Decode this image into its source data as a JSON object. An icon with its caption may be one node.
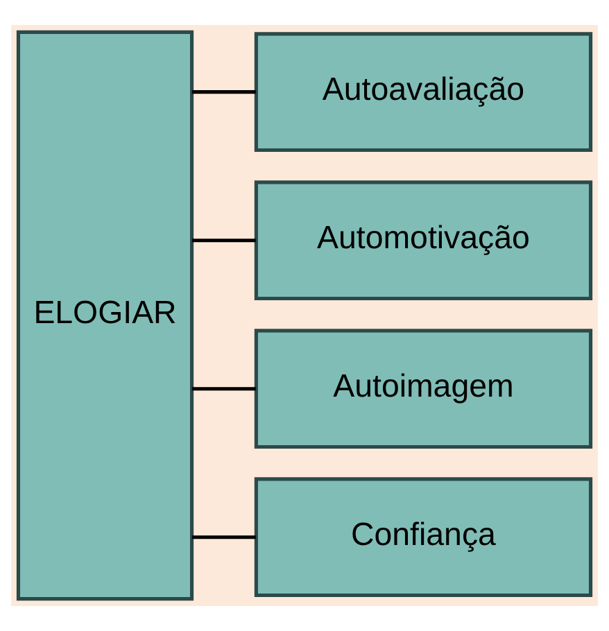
{
  "diagram": {
    "nodes": [
      {
        "text": [
          "ELOGIAR"
        ]
      },
      {
        "text": [
          "Autoavaliação"
        ]
      },
      {
        "text": [
          "Automotivação"
        ]
      },
      {
        "text": [
          "Autoimagem"
        ]
      },
      {
        "text": [
          "Confiança"
        ]
      }
    ],
    "edges": [
      {
        "from": 0,
        "to": 1,
        "arrow": "none"
      },
      {
        "from": 0,
        "to": 2,
        "arrow": "none"
      },
      {
        "from": 0,
        "to": 3,
        "arrow": "none"
      },
      {
        "from": 0,
        "to": 4,
        "arrow": "none"
      }
    ]
  }
}
